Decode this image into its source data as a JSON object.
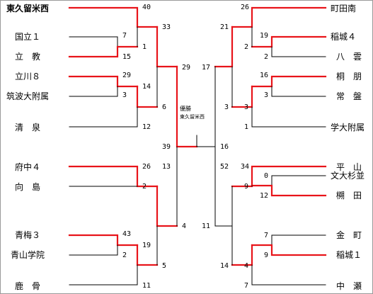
{
  "champion": {
    "label": "優勝",
    "team": "東久留米西"
  },
  "teams": {
    "left": [
      "東久留米西",
      "国立１",
      "立　教",
      "立川８",
      "筑波大附属",
      "清　泉",
      "府中４",
      "向　島",
      "青梅３",
      "青山学院",
      "鹿　骨"
    ],
    "right": [
      "町田南",
      "稲城４",
      "八　雲",
      "桐　朋",
      "常　盤",
      "学大附属",
      "平　山",
      "文大杉並",
      "㮶　田",
      "金　町",
      "稲城１",
      "中　瀬"
    ]
  },
  "scores": {
    "left": {
      "r1": [
        "7",
        "15",
        "29",
        "3",
        "43",
        "2"
      ],
      "r2": [
        "40",
        "1",
        "14",
        "12",
        "26",
        "2",
        "19",
        "11"
      ],
      "r3": [
        "33",
        "6",
        "13",
        "5"
      ],
      "r4": [
        "29",
        "4"
      ],
      "final": "39"
    },
    "right": {
      "r1": [
        "19",
        "2",
        "16",
        "3",
        "0",
        "12",
        "7",
        "9"
      ],
      "r2": [
        "26",
        "2",
        "3",
        "1",
        "34",
        "9",
        "4",
        "7"
      ],
      "r3": [
        "21",
        "3",
        "52",
        "14"
      ],
      "r4": [
        "17",
        "11"
      ],
      "final": "16"
    }
  },
  "colors": {
    "winner_line": "#e8141a",
    "loser_line": "#000000"
  }
}
